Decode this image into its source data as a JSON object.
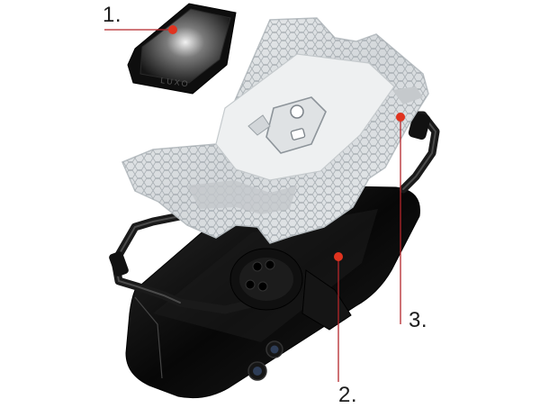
{
  "callouts": [
    {
      "label": "1."
    },
    {
      "label": "3."
    },
    {
      "label": "2."
    }
  ],
  "engraving": "LUXO",
  "colors": {
    "callout_line": "#b4262b",
    "callout_dot": "#e0331f",
    "frame": "#1a1a1a",
    "phone_body": "#0c0c0c",
    "clear_case": "#dfe3e6"
  },
  "parts": [
    {
      "name": "ring-holder",
      "icon": "ring-holder-icon"
    },
    {
      "name": "clear-honeycomb-back",
      "icon": "honeycomb-panel-icon"
    },
    {
      "name": "black-bumper-frame",
      "icon": "bumper-frame-icon"
    },
    {
      "name": "smartphone",
      "icon": "phone-icon"
    }
  ]
}
